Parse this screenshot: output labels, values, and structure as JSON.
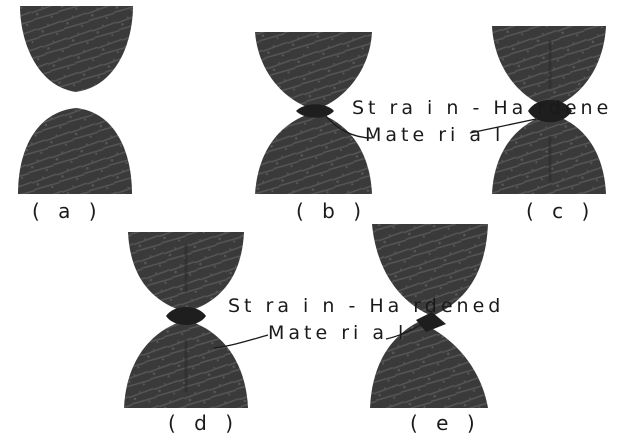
{
  "panels": [
    {
      "caption": "( a )"
    },
    {
      "caption": "( b )"
    },
    {
      "caption": "( c )"
    },
    {
      "caption": "( d )"
    },
    {
      "caption": "( e )"
    }
  ],
  "annotation_top": {
    "line1": "St ra i n - Ha rdene",
    "line2": "Mate ri a l"
  },
  "annotation_bottom": {
    "line1": "St ra i n - Ha rdened",
    "line2": "Mate ri a l"
  },
  "colors": {
    "asperity": "#3a3a3a",
    "texture": "#6e6e6e",
    "text": "#1a1a1a"
  }
}
